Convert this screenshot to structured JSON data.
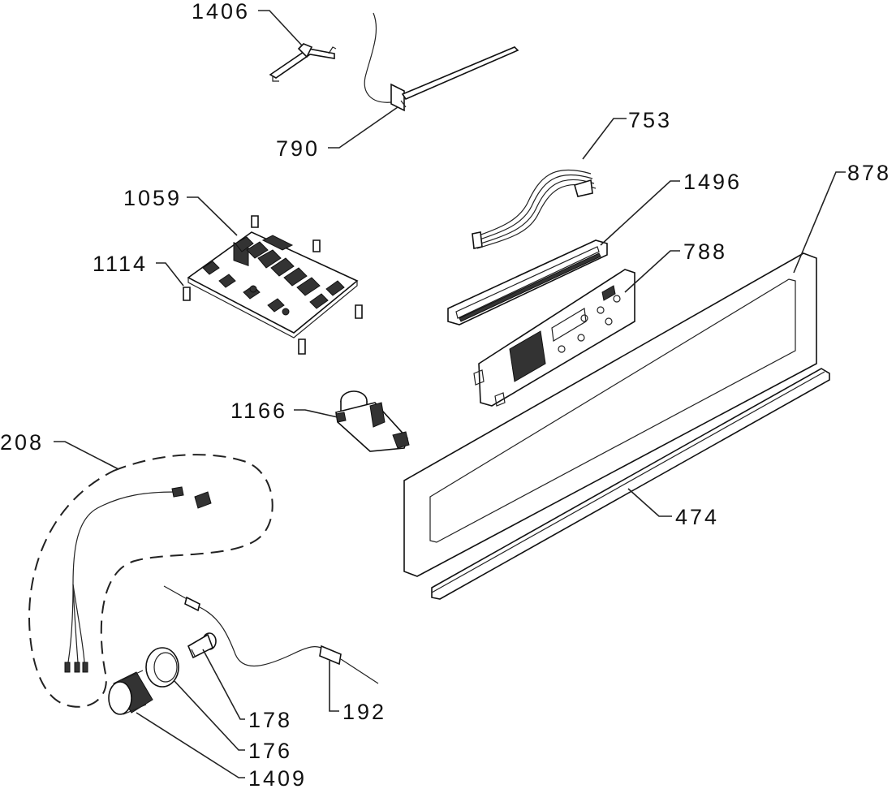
{
  "labels": {
    "p1406": "1406",
    "p790": "790",
    "p753": "753",
    "p1496": "1496",
    "p878": "878",
    "p1059": "1059",
    "p1114": "1114",
    "p788": "788",
    "p1166": "1166",
    "p208": "208",
    "p474": "474",
    "p178": "178",
    "p192": "192",
    "p176": "176",
    "p1409": "1409"
  }
}
